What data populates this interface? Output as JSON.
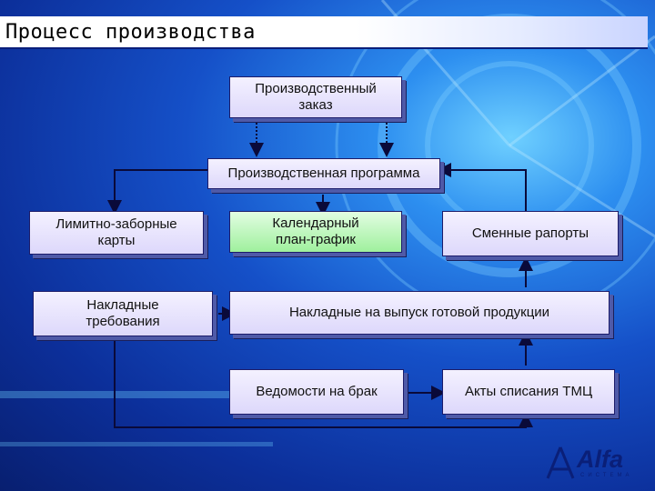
{
  "title": "Процесс производства",
  "boxes": {
    "order": [
      "Производственный",
      "заказ"
    ],
    "program": "Производственная программа",
    "limit_cards": [
      "Лимитно-заборные",
      "карты"
    ],
    "calendar_plan": [
      "Календарный",
      "план-график"
    ],
    "shift_reports": "Сменные рапорты",
    "waybill_requests": [
      "Накладные",
      "требования"
    ],
    "output_waybills": "Накладные на выпуск готовой продукции",
    "defect_sheets": "Ведомости на брак",
    "writeoff_acts": "Акты списания ТМЦ"
  },
  "logo": {
    "text": "Alfa",
    "subtitle": "СИСТЕМА"
  },
  "colors": {
    "box_fill": "#e8e4fc",
    "box_highlight": "#a8f0a5",
    "line": "#0a0a3a",
    "title_bg": "#ffffff"
  }
}
